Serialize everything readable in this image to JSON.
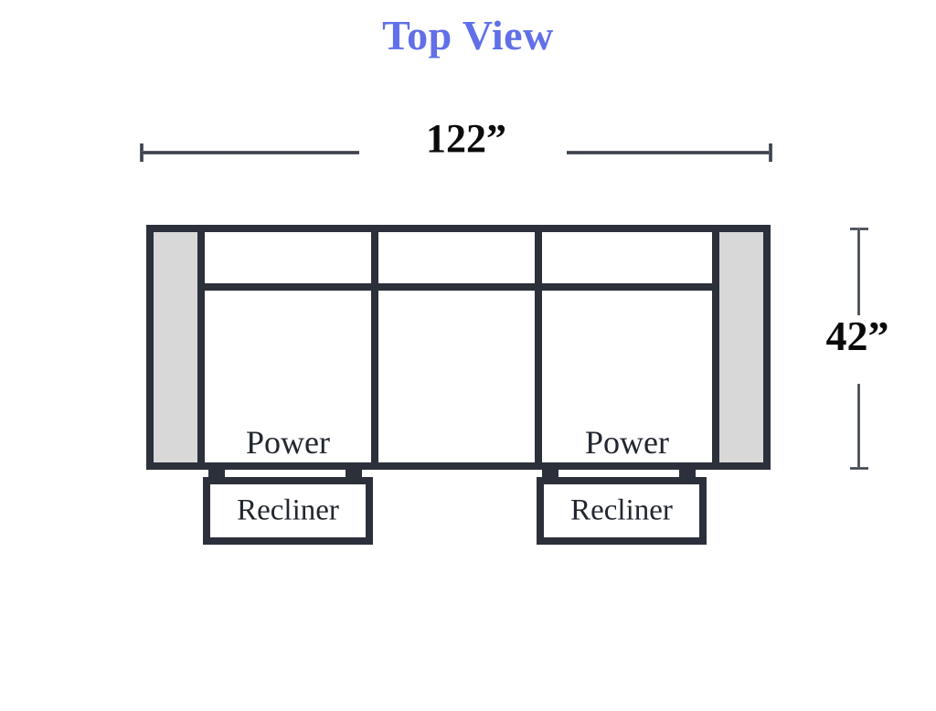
{
  "title": "Top View",
  "colors": {
    "title": "#6170E8",
    "outline": "#2B303B",
    "armrest_fill": "#D8D8D8",
    "seat_fill": "#FFFFFF",
    "dimension_line": "#34383F",
    "dimension_text": "#0B0B0D",
    "background": "#FFFFFF"
  },
  "dimensions": {
    "width": {
      "label": "122”",
      "value": 122,
      "unit": "inches",
      "orientation": "horizontal",
      "position": "top"
    },
    "height": {
      "label": "42”",
      "value": 42,
      "unit": "inches",
      "orientation": "vertical",
      "position": "right"
    }
  },
  "sofa": {
    "armrests": [
      {
        "side": "left",
        "fill": "#D8D8D8"
      },
      {
        "side": "right",
        "fill": "#D8D8D8"
      }
    ],
    "bays": [
      {
        "id": "left-seat",
        "has_backrest": true,
        "label": "Power"
      },
      {
        "id": "center-seat",
        "has_backrest": true,
        "label": ""
      },
      {
        "id": "right-seat",
        "has_backrest": true,
        "label": "Power"
      }
    ]
  },
  "recliners": [
    {
      "id": "left-recliner",
      "label": "Recliner"
    },
    {
      "id": "right-recliner",
      "label": "Recliner"
    }
  ]
}
